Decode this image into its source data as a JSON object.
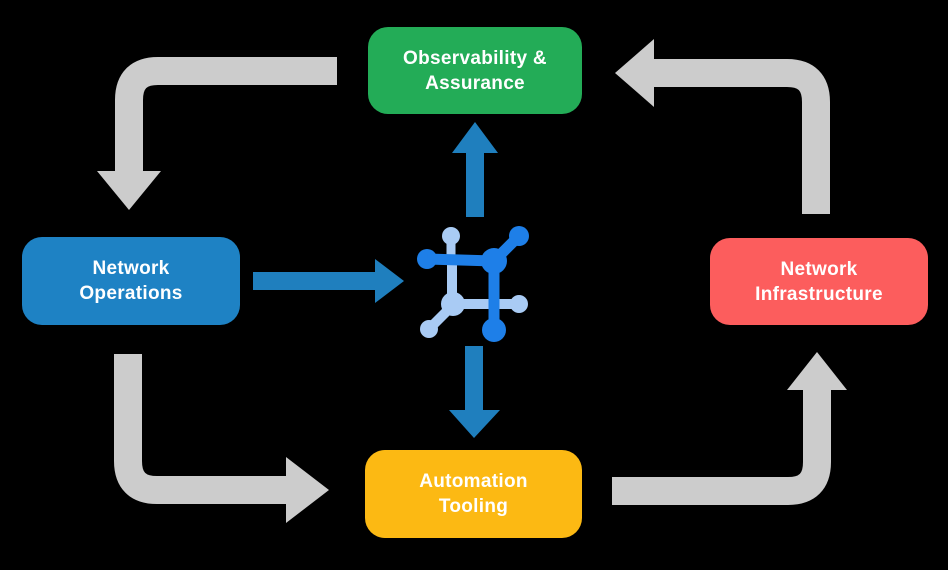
{
  "diagram_title": "Network automation closed-loop cycle",
  "colors": {
    "background": "#000000",
    "arrow_gray": "#CCCCCC",
    "arrow_blue": "#1F7FBE",
    "icon_blue": "#1E7FE8",
    "icon_light_blue": "#A9CBF4",
    "label_text": "#FFFFFF",
    "node_green": "#23AC57",
    "node_blue": "#1E82C4",
    "node_red": "#FC5D5D",
    "node_yellow": "#FCB913"
  },
  "nodes": [
    {
      "id": "observability",
      "label_line1": "Observability &",
      "label_line2": "Assurance",
      "color": "#23AC57"
    },
    {
      "id": "network-operations",
      "label_line1": "Network",
      "label_line2": "Operations",
      "color": "#1E82C4"
    },
    {
      "id": "network-infrastructure",
      "label_line1": "Network",
      "label_line2": "Infrastructure",
      "color": "#FC5D5D"
    },
    {
      "id": "automation-tooling",
      "label_line1": "Automation",
      "label_line2": "Tooling",
      "color": "#FCB913"
    }
  ],
  "arrows": [
    {
      "id": "observability-to-operations",
      "style": "gray",
      "shape": "elbow",
      "direction": "left-then-down"
    },
    {
      "id": "operations-to-automation",
      "style": "gray",
      "shape": "elbow",
      "direction": "down-then-right"
    },
    {
      "id": "automation-to-infrastructure",
      "style": "gray",
      "shape": "elbow",
      "direction": "right-then-up"
    },
    {
      "id": "infrastructure-to-observability",
      "style": "gray",
      "shape": "elbow",
      "direction": "up-then-left"
    },
    {
      "id": "operations-to-platform",
      "style": "blue",
      "shape": "straight",
      "direction": "right"
    },
    {
      "id": "platform-to-observability",
      "style": "blue",
      "shape": "straight",
      "direction": "up"
    },
    {
      "id": "platform-to-automation",
      "style": "blue",
      "shape": "straight",
      "direction": "down"
    }
  ],
  "center_icon": {
    "name": "network-platform-icon",
    "primary_color": "#1E7FE8",
    "secondary_color": "#A9CBF4"
  }
}
